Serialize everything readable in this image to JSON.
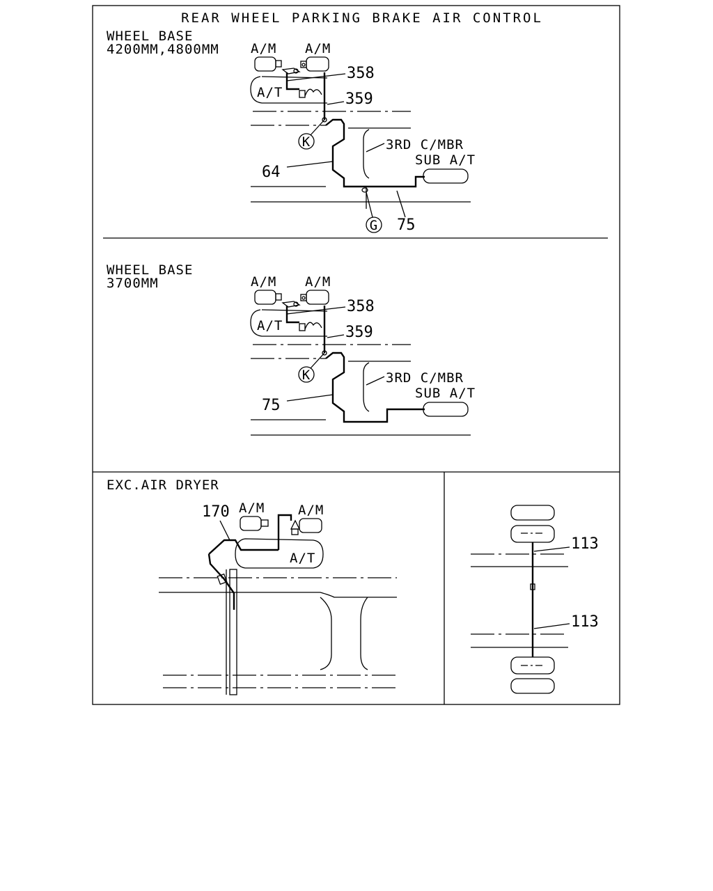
{
  "title": "REAR WHEEL PARKING BRAKE AIR CONTROL",
  "panel_top": {
    "heading_line1": "WHEEL BASE",
    "heading_line2": "4200MM,4800MM",
    "am_left": "A/M",
    "am_right": "A/M",
    "at": "A/T",
    "part_358": "358",
    "part_359": "359",
    "part_64": "64",
    "part_75": "75",
    "marker_k": "K",
    "marker_g": "G",
    "third_cmbr": "3RD C/MBR",
    "sub_at": "SUB A/T"
  },
  "panel_middle": {
    "heading_line1": "WHEEL BASE",
    "heading_line2": "3700MM",
    "am_left": "A/M",
    "am_right": "A/M",
    "at": "A/T",
    "part_358": "358",
    "part_359": "359",
    "part_75": "75",
    "marker_k": "K",
    "third_cmbr": "3RD C/MBR",
    "sub_at": "SUB A/T"
  },
  "panel_bottom_left": {
    "heading": "EXC.AIR DRYER",
    "part_170": "170",
    "am_left": "A/M",
    "am_right": "A/M",
    "at": "A/T"
  },
  "panel_bottom_right": {
    "part_113_upper": "113",
    "part_113_lower": "113"
  }
}
